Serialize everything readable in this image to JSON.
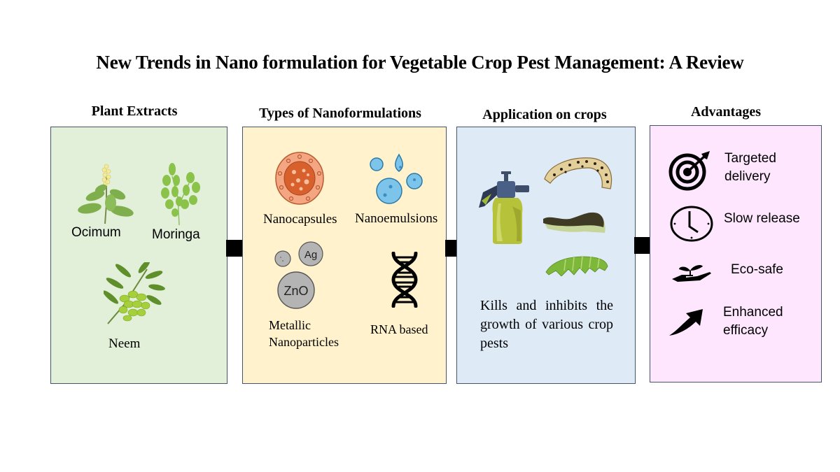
{
  "title": "New Trends in Nano formulation for Vegetable Crop Pest Management: A Review",
  "columns": {
    "plant_extracts": {
      "heading": "Plant Extracts",
      "color": "#e2f0d9",
      "items": [
        {
          "label": "Ocimum",
          "icon": "ocimum-plant-icon"
        },
        {
          "label": "Moringa",
          "icon": "moringa-leaves-icon"
        },
        {
          "label": "Neem",
          "icon": "neem-branch-icon"
        }
      ]
    },
    "nanoformulations": {
      "heading": "Types of Nanoformulations",
      "color": "#fff2cc",
      "items": [
        {
          "label": "Nanocapsules",
          "icon": "nanocapsule-icon"
        },
        {
          "label": "Nanoemulsions",
          "icon": "nanoemulsion-droplets-icon"
        },
        {
          "label": "Metallic Nanoparticles",
          "line1": "Metallic",
          "line2": "Nanoparticles",
          "icon": "metallic-nanoparticles-icon",
          "particle_labels": [
            "Ag",
            "ZnO"
          ]
        },
        {
          "label": "RNA based",
          "icon": "dna-helix-icon"
        }
      ]
    },
    "application": {
      "heading": "Application on crops",
      "color": "#deebf7",
      "description": "Kills and inhibits the growth of various crop pests",
      "icons": [
        "sprayer-icon",
        "caterpillar-spotted-icon",
        "caterpillar-dark-icon",
        "caterpillar-green-icon"
      ]
    },
    "advantages": {
      "heading": "Advantages",
      "color": "#ffe6ff",
      "items": [
        {
          "label": "Targeted delivery",
          "line1": "Targeted",
          "line2": "delivery",
          "icon": "target-icon"
        },
        {
          "label": "Slow release",
          "icon": "clock-icon"
        },
        {
          "label": "Eco-safe",
          "icon": "plant-in-hand-icon"
        },
        {
          "label": "Enhanced efficacy",
          "line1": "Enhanced",
          "line2": "efficacy",
          "icon": "trend-up-arrow-icon"
        }
      ]
    }
  },
  "flow_arrows": [
    "plant-extracts-to-nanoformulations",
    "nanoformulations-to-application",
    "application-to-advantages"
  ]
}
